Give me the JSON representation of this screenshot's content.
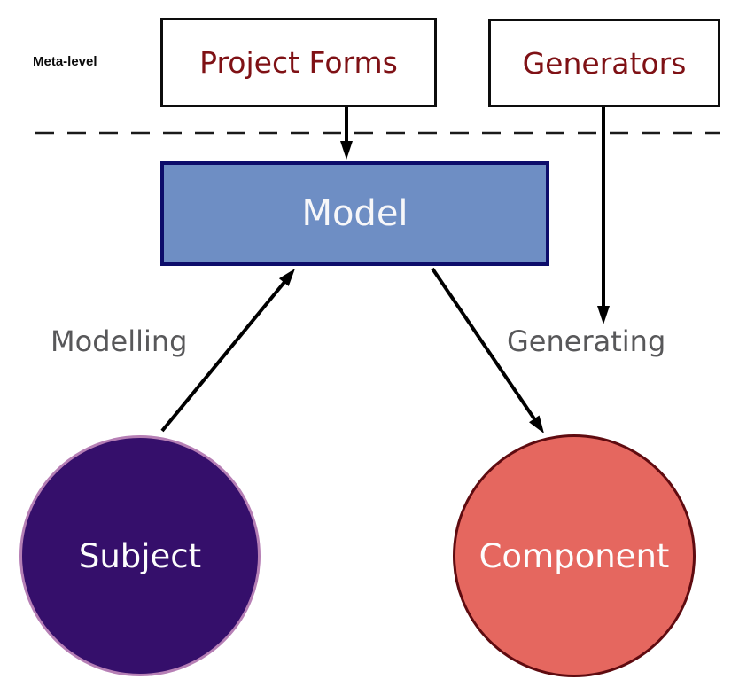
{
  "diagram": {
    "meta_level_label": "Meta-level",
    "nodes": {
      "project_forms": {
        "label": "Project Forms",
        "shape": "rectangle"
      },
      "generators": {
        "label": "Generators",
        "shape": "rectangle"
      },
      "model": {
        "label": "Model",
        "shape": "rectangle"
      },
      "subject": {
        "label": "Subject",
        "shape": "circle"
      },
      "component": {
        "label": "Component",
        "shape": "circle"
      }
    },
    "edge_labels": {
      "modelling": "Modelling",
      "generating": "Generating"
    },
    "edges": [
      {
        "from": "Project Forms",
        "to": "Model",
        "label": ""
      },
      {
        "from": "Generators",
        "to": "generating level",
        "label": ""
      },
      {
        "from": "Subject",
        "to": "Model",
        "label": "Modelling"
      },
      {
        "from": "Model",
        "to": "Component",
        "label": "Generating"
      }
    ],
    "colors": {
      "background": "#ffffff",
      "box_border": "#0d0d0d",
      "box_text": "#7f1115",
      "model_fill": "#6e8ec4",
      "model_border": "#0d0d6b",
      "model_text": "#f7f7f9",
      "subject_fill": "#350f6b",
      "subject_border": "#b67fb5",
      "component_fill": "#e5675f",
      "component_border": "#5f0b10",
      "circle_text": "#fdfdfd",
      "edge_label_text": "#58585a",
      "arrow": "#000000",
      "separator": "#1a1a1a"
    }
  }
}
